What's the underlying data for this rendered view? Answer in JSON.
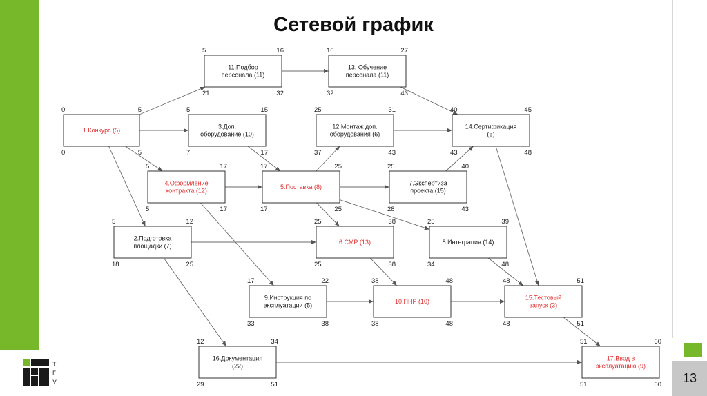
{
  "slide": {
    "title": "Сетевой график",
    "page_number": "13",
    "logo_letters": [
      "Т",
      "Г",
      "У"
    ],
    "accent_color": "#76b82a",
    "critical_color": "#e03030"
  },
  "nodes": [
    {
      "id": "n1",
      "lines": [
        "1.Конкурс (5)"
      ],
      "critical": true,
      "es": "0",
      "ef": "5",
      "ls": "0",
      "lf": "5"
    },
    {
      "id": "n11",
      "lines": [
        "11.Подбор",
        "персонала (11)"
      ],
      "critical": false,
      "es": "5",
      "ef": "16",
      "ls": "21",
      "lf": "32"
    },
    {
      "id": "n13",
      "lines": [
        "13. Обучение",
        "персонала (11)"
      ],
      "critical": false,
      "es": "16",
      "ef": "27",
      "ls": "32",
      "lf": "43"
    },
    {
      "id": "n3",
      "lines": [
        "3.Доп.",
        "оборудование (10)"
      ],
      "critical": false,
      "es": "5",
      "ef": "15",
      "ls": "7",
      "lf": "17"
    },
    {
      "id": "n12",
      "lines": [
        "12.Монтаж доп.",
        "оборудования (6)"
      ],
      "critical": false,
      "es": "25",
      "ef": "31",
      "ls": "37",
      "lf": "43"
    },
    {
      "id": "n14",
      "lines": [
        "14.Сертификация",
        "(5)"
      ],
      "critical": false,
      "es": "40",
      "ef": "45",
      "ls": "43",
      "lf": "48"
    },
    {
      "id": "n4",
      "lines": [
        "4.Оформление",
        "контракта (12)"
      ],
      "critical": true,
      "es": "5",
      "ef": "17",
      "ls": "5",
      "lf": "17"
    },
    {
      "id": "n5",
      "lines": [
        "5.Поставка (8)"
      ],
      "critical": true,
      "es": "17",
      "ef": "25",
      "ls": "17",
      "lf": "25"
    },
    {
      "id": "n7",
      "lines": [
        "7.Экспертиза",
        "проекта (15)"
      ],
      "critical": false,
      "es": "25",
      "ef": "40",
      "ls": "28",
      "lf": "43"
    },
    {
      "id": "n2",
      "lines": [
        "2.Подготовка",
        "площадки (7)"
      ],
      "critical": false,
      "es": "5",
      "ef": "12",
      "ls": "18",
      "lf": "25"
    },
    {
      "id": "n6",
      "lines": [
        "6.СМР (13)"
      ],
      "critical": true,
      "es": "25",
      "ef": "38",
      "ls": "25",
      "lf": "38"
    },
    {
      "id": "n8",
      "lines": [
        "8.Интеграция (14)"
      ],
      "critical": false,
      "es": "25",
      "ef": "39",
      "ls": "34",
      "lf": "48"
    },
    {
      "id": "n9",
      "lines": [
        "9.Инструкция по",
        "эксплуатации (5)"
      ],
      "critical": false,
      "es": "17",
      "ef": "22",
      "ls": "33",
      "lf": "38"
    },
    {
      "id": "n10",
      "lines": [
        "10.ПНР (10)"
      ],
      "critical": true,
      "es": "38",
      "ef": "48",
      "ls": "38",
      "lf": "48"
    },
    {
      "id": "n15",
      "lines": [
        "15.Тестовый",
        "запуск (3)"
      ],
      "critical": true,
      "es": "48",
      "ef": "51",
      "ls": "48",
      "lf": "51"
    },
    {
      "id": "n16",
      "lines": [
        "16.Документация",
        "(22)"
      ],
      "critical": false,
      "es": "12",
      "ef": "34",
      "ls": "29",
      "lf": "51"
    },
    {
      "id": "n17",
      "lines": [
        "17.Ввод в",
        "эксплуатацию (9)"
      ],
      "critical": true,
      "es": "51",
      "ef": "60",
      "ls": "51",
      "lf": "60"
    }
  ],
  "edges": [
    {
      "from": "n1",
      "to": "n11"
    },
    {
      "from": "n1",
      "to": "n3"
    },
    {
      "from": "n1",
      "to": "n4"
    },
    {
      "from": "n1",
      "to": "n2"
    },
    {
      "from": "n11",
      "to": "n13"
    },
    {
      "from": "n13",
      "to": "n14"
    },
    {
      "from": "n3",
      "to": "n5"
    },
    {
      "from": "n12",
      "to": "n14"
    },
    {
      "from": "n4",
      "to": "n5"
    },
    {
      "from": "n4",
      "to": "n9"
    },
    {
      "from": "n5",
      "to": "n12"
    },
    {
      "from": "n5",
      "to": "n7"
    },
    {
      "from": "n5",
      "to": "n6"
    },
    {
      "from": "n5",
      "to": "n8"
    },
    {
      "from": "n7",
      "to": "n14"
    },
    {
      "from": "n2",
      "to": "n6"
    },
    {
      "from": "n2",
      "to": "n16"
    },
    {
      "from": "n6",
      "to": "n10"
    },
    {
      "from": "n8",
      "to": "n15"
    },
    {
      "from": "n9",
      "to": "n10"
    },
    {
      "from": "n10",
      "to": "n15"
    },
    {
      "from": "n14",
      "to": "n15"
    },
    {
      "from": "n15",
      "to": "n17"
    },
    {
      "from": "n16",
      "to": "n17"
    }
  ]
}
